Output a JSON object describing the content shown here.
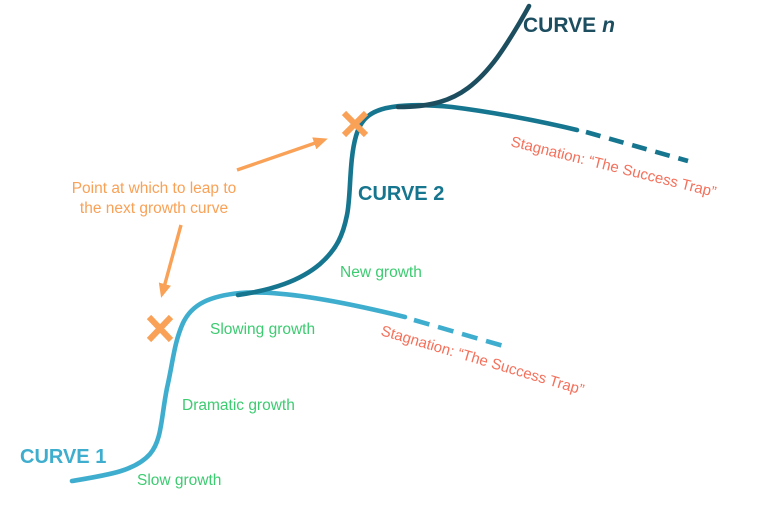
{
  "colors": {
    "background": "#FFFFFF",
    "curve1_blue": "#3FAECE",
    "curve2_teal": "#16768F",
    "curve_n_dark_teal": "#1C4E60",
    "orange_accent": "#F9A156",
    "growth_green": "#3DCB71",
    "stagnation_salmon": "#F5705B"
  },
  "curve1": {
    "label": "CURVE 1",
    "phase_slow": "Slow growth",
    "phase_dramatic": "Dramatic growth",
    "phase_slowing": "Slowing growth",
    "stagnation": "Stagnation: “The Success Trap”"
  },
  "curve2": {
    "label": "CURVE 2",
    "phase_new": "New growth",
    "stagnation": "Stagnation: “The Success Trap”"
  },
  "curve_n": {
    "label_prefix": "CURVE",
    "label_n": "n"
  },
  "leap_annotation": {
    "line1": "Point at which to leap to",
    "line2": "the next growth curve"
  }
}
